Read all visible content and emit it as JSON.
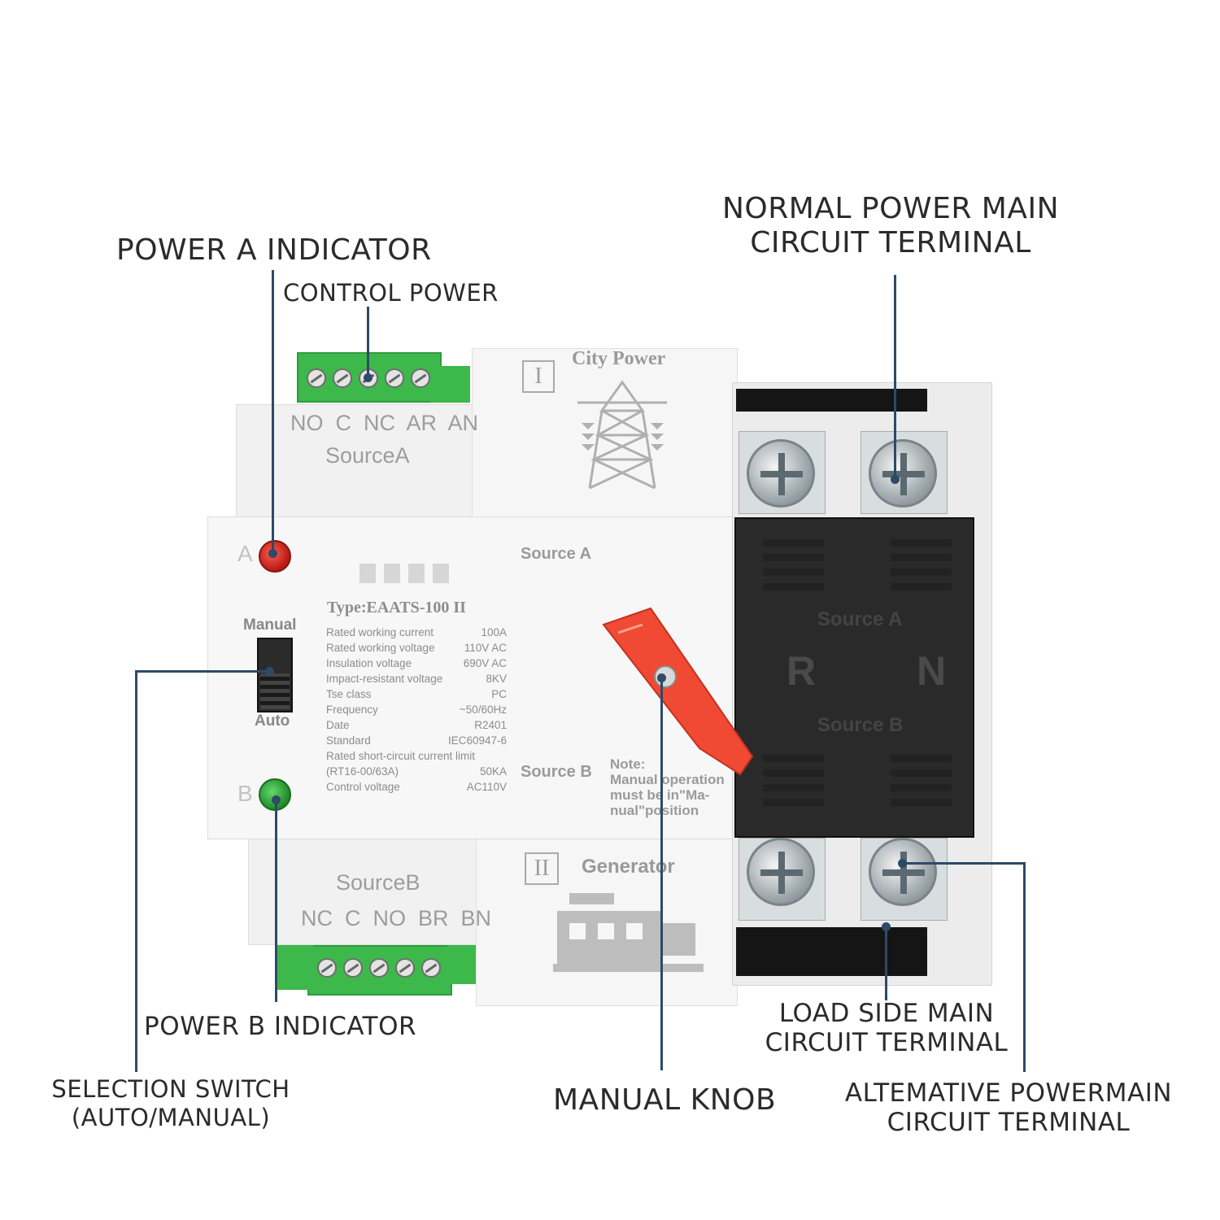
{
  "callouts": {
    "power_a_indicator": "POWER A INDICATOR",
    "control_power": "CONTROL POWER",
    "normal_power_line1": "NORMAL POWER MAIN",
    "normal_power_line2": "CIRCUIT TERMINAL",
    "power_b_indicator": "POWER B INDICATOR",
    "selection_switch_line1": "SELECTION SWITCH",
    "selection_switch_line2": "(AUTO/MANUAL)",
    "manual_knob": "MANUAL KNOB",
    "load_side_line1": "LOAD SIDE MAIN",
    "load_side_line2": "CIRCUIT TERMINAL",
    "alternative_line1": "ALTEMATIVE POWERMAIN",
    "alternative_line2": "CIRCUIT TERMINAL"
  },
  "device": {
    "source_a_terminals": "NO  C  NC  AR  AN",
    "source_a_label": "SourceA",
    "source_b_label": "SourceB",
    "source_b_terminals": "NC  C  NO  BR  BN",
    "city_power_numeral": "I",
    "city_power": "City Power",
    "generator_numeral": "II",
    "generator": "Generator",
    "indicator_a": "A",
    "indicator_b": "B",
    "manual": "Manual",
    "auto": "Auto",
    "type": "Type:EAATS-100 II",
    "knob_source_a": "Source A",
    "knob_source_b": "Source B",
    "note_line1": "Note:",
    "note_line2": "Manual operation",
    "note_line3": "must be in\"Ma-",
    "note_line4": "nual\"position",
    "cover_source_a": "Source A",
    "cover_r": "R",
    "cover_n": "N",
    "cover_source_b": "Source B",
    "specs": [
      {
        "label": "Rated working current",
        "value": "100A"
      },
      {
        "label": "Rated working voltage",
        "value": "110V AC"
      },
      {
        "label": "Insulation voltage",
        "value": "690V AC"
      },
      {
        "label": "Impact-resistant voltage",
        "value": "8KV"
      },
      {
        "label": "Tse class",
        "value": "PC"
      },
      {
        "label": "Frequency",
        "value": "~50/60Hz"
      },
      {
        "label": "Date",
        "value": "R2401"
      },
      {
        "label": "Standard",
        "value": "IEC60947-6"
      },
      {
        "label": "Rated short-circuit current limit",
        "value": ""
      },
      {
        "label": "(RT16-00/63A)",
        "value": "50KA"
      },
      {
        "label": "Control voltage",
        "value": "AC110V"
      }
    ]
  },
  "colors": {
    "leader_line": "#2e4a66",
    "indicator_a": "#c0231e",
    "indicator_b": "#2f9e3a",
    "knob": "#f04a34",
    "terminal_block": "#3db84a"
  }
}
